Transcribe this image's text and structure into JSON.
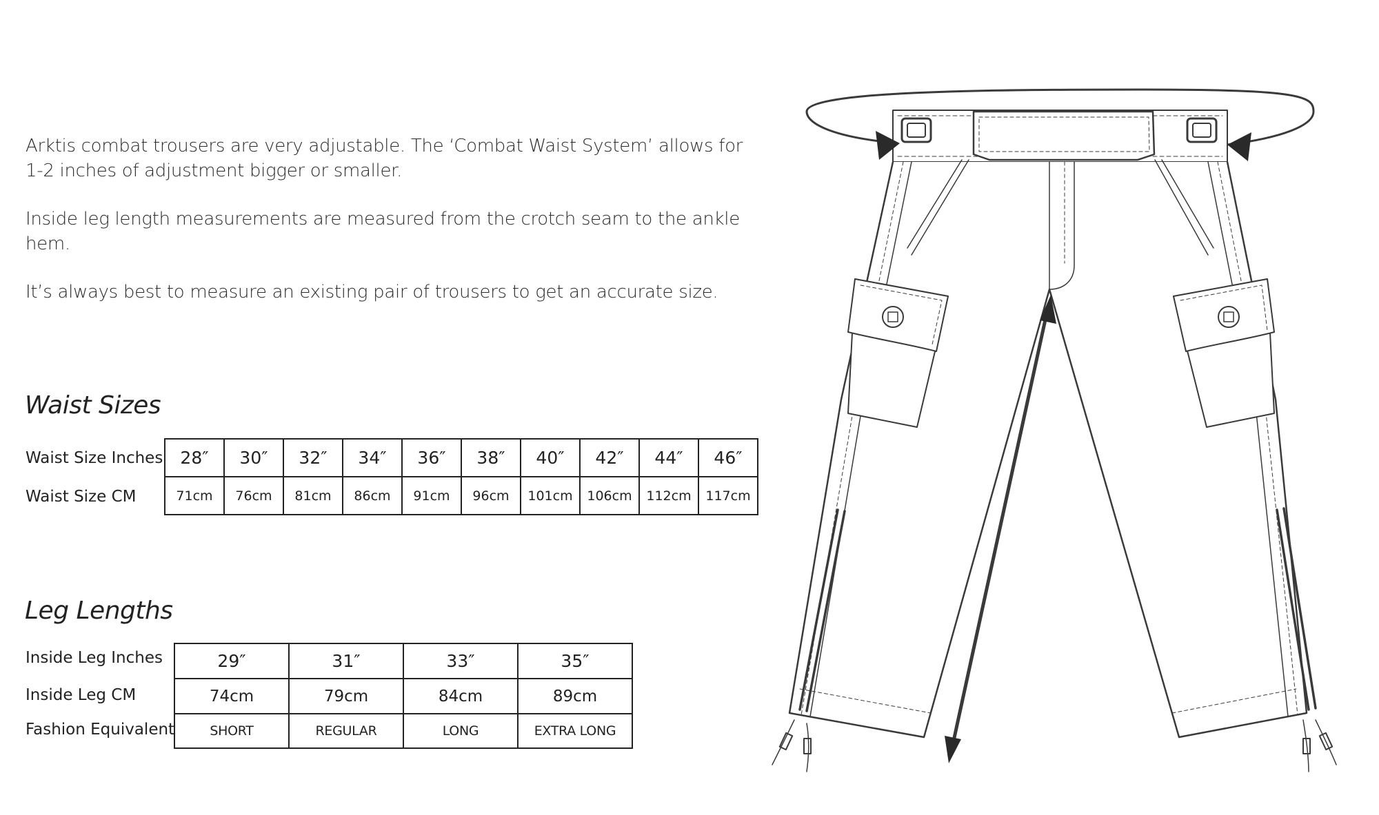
{
  "intro": {
    "paragraph_1": "Arktis combat trousers are very adjustable. The ‘Combat Waist System’ allows for 1-2 inches of adjustment bigger or smaller.",
    "paragraph_2": "Inside leg length measurements are measured from the crotch seam to the ankle hem.",
    "paragraph_3": "It’s always best to measure an existing pair of trousers to get an accurate size."
  },
  "waist": {
    "title": "Waist Sizes",
    "row_labels": [
      "Waist Size Inches",
      "Waist Size CM"
    ],
    "inches": [
      "28″",
      "30″",
      "32″",
      "34″",
      "36″",
      "38″",
      "40″",
      "42″",
      "44″",
      "46″"
    ],
    "cm": [
      "71cm",
      "76cm",
      "81cm",
      "86cm",
      "91cm",
      "96cm",
      "101cm",
      "106cm",
      "112cm",
      "117cm"
    ]
  },
  "leg": {
    "title": "Leg Lengths",
    "row_labels": [
      "Inside Leg Inches",
      "Inside Leg CM",
      "Fashion Equivalent"
    ],
    "inches": [
      "29″",
      "31″",
      "33″",
      "35″"
    ],
    "cm": [
      "74cm",
      "79cm",
      "84cm",
      "89cm"
    ],
    "fashion": [
      "SHORT",
      "REGULAR",
      "LONG",
      "EXTRA LONG"
    ]
  },
  "diagram": {
    "line_color": "#3a3a3a"
  }
}
